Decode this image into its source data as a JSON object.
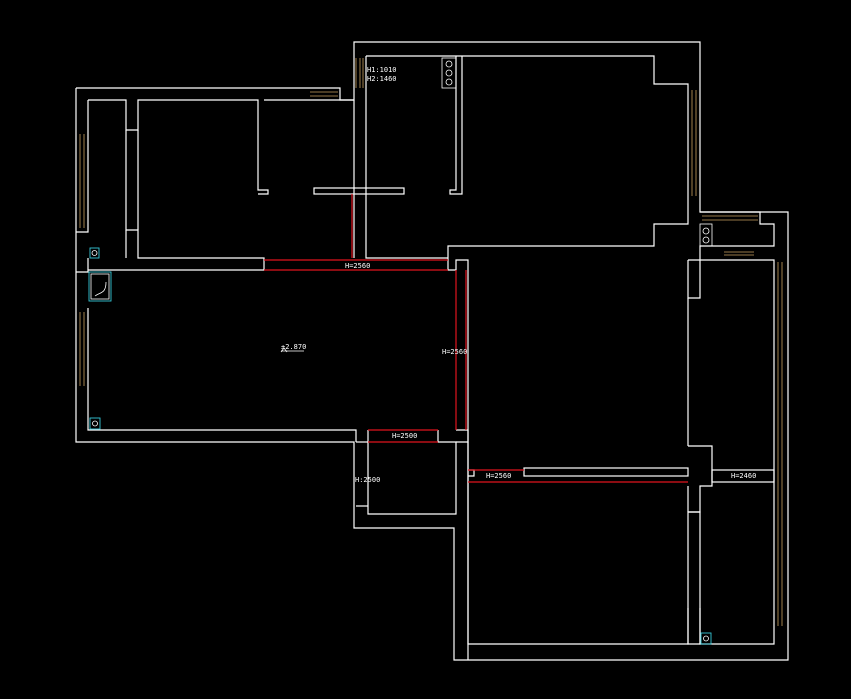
{
  "drawing": {
    "elevation_label": "±2.870",
    "window_labels": {
      "h1": "H1:1010",
      "h2": "H2:1460"
    },
    "beam_labels": {
      "living_top": "H=2560",
      "living_right": "H=2560",
      "bath_top": "H=2500",
      "bath_side": "H:2500",
      "bedroom_mid": "H=2560",
      "balcony_mid": "H=2460"
    },
    "colors": {
      "background": "#000000",
      "wall": "#ffffff",
      "beam": "#e0141e",
      "fixture": "#35c8d8",
      "window": "#c8a060"
    }
  }
}
